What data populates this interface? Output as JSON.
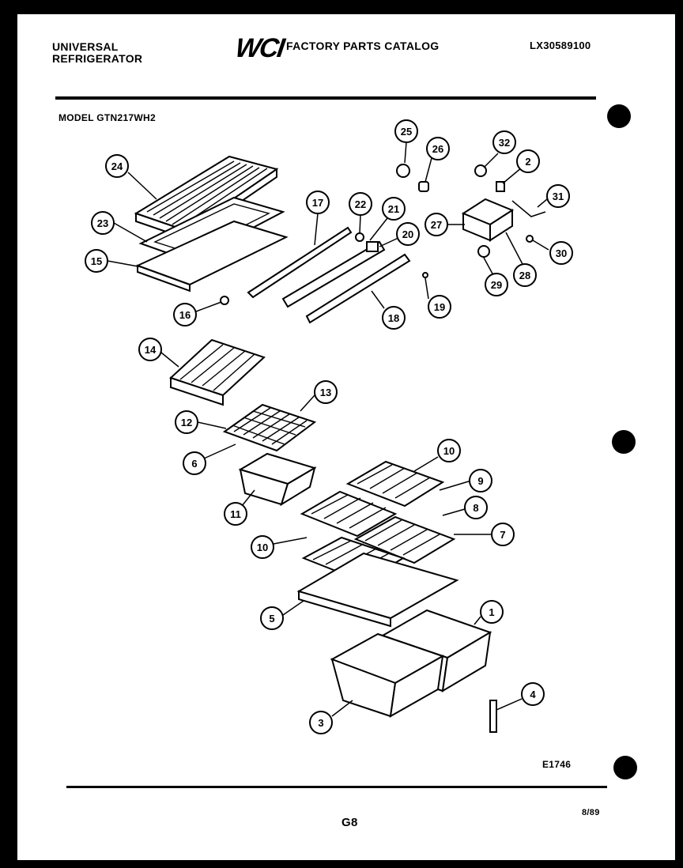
{
  "header": {
    "brand_line1": "UNIVERSAL",
    "brand_line2": "REFRIGERATOR",
    "logo": "WCI",
    "catalog_title": "FACTORY PARTS CATALOG",
    "catalog_code": "LX30589100"
  },
  "model_label": "MODEL GTN217WH2",
  "figure_id": "E1746",
  "page_number": "G8",
  "date": "8/89",
  "callouts": [
    "24",
    "23",
    "15",
    "16",
    "17",
    "22",
    "21",
    "20",
    "18",
    "19",
    "25",
    "26",
    "32",
    "2",
    "31",
    "27",
    "30",
    "28",
    "29",
    "14",
    "13",
    "12",
    "6",
    "11",
    "10",
    "9",
    "8",
    "7",
    "10",
    "5",
    "1",
    "3",
    "4"
  ]
}
